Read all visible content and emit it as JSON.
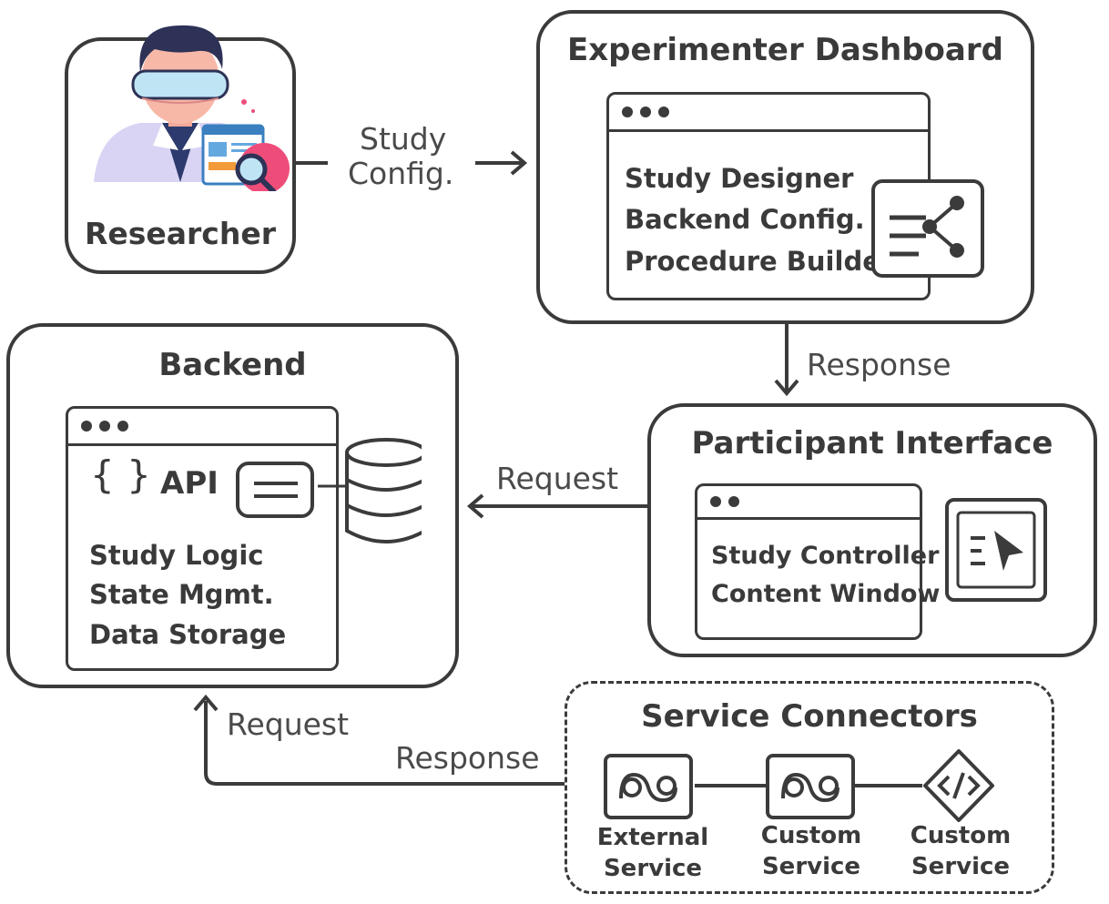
{
  "researcher": {
    "label": "Researcher"
  },
  "edge_researcher_dashboard": {
    "line1": "Study",
    "line2": "Config."
  },
  "dashboard": {
    "title": "Experimenter Dashboard",
    "items": [
      "Study Designer",
      "Backend Config.",
      "Procedure Builder"
    ]
  },
  "edge_dashboard_participant": {
    "label": "Response"
  },
  "participant": {
    "title": "Participant Interface",
    "items": [
      "Study Controller",
      "Content Window"
    ]
  },
  "edge_participant_backend": {
    "label": "Request"
  },
  "backend": {
    "title": "Backend",
    "api_label": "API",
    "items": [
      "Study Logic",
      "State Mgmt.",
      "Data Storage"
    ]
  },
  "edge_connectors_backend": {
    "request": "Request",
    "response": "Response"
  },
  "connectors": {
    "title": "Service Connectors",
    "services": [
      {
        "line1": "External",
        "line2": "Service",
        "icon": "connector-icon"
      },
      {
        "line1": "Custom",
        "line2": "Service",
        "icon": "connector-icon"
      },
      {
        "line1": "Custom",
        "line2": "Service",
        "icon": "code-icon"
      }
    ]
  },
  "colors": {
    "stroke": "#3b3b3b",
    "accent_pink": "#ee4d7a",
    "accent_blue": "#cfe6f5",
    "hair": "#2d3256",
    "coat": "#d9d3f4"
  }
}
